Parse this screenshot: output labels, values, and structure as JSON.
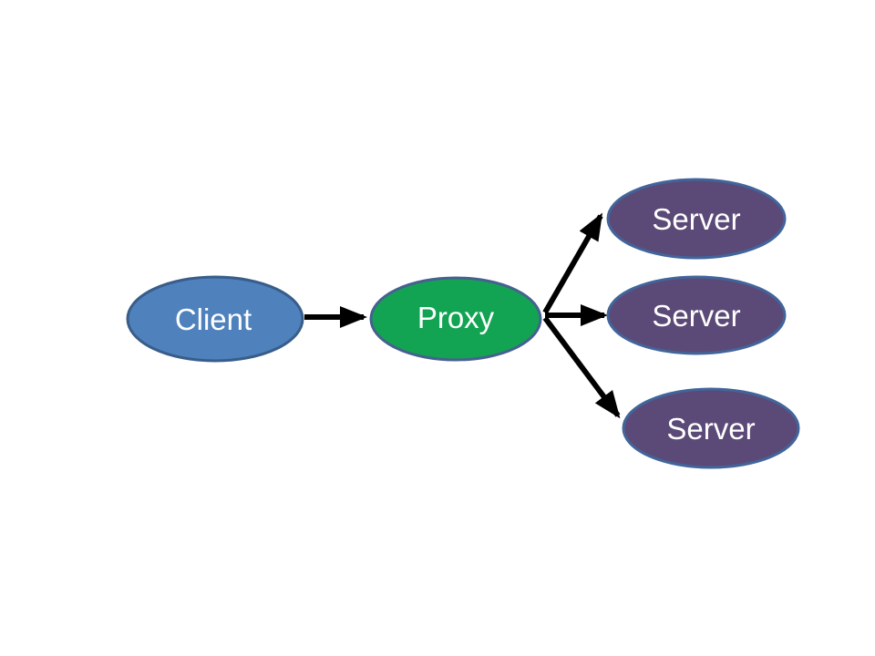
{
  "canvas": {
    "background": "#ffffff",
    "text_color": "#ffffff"
  },
  "nodes": {
    "client": {
      "label": "Client",
      "fill": "#4f81bd",
      "stroke": "#385d8a"
    },
    "proxy": {
      "label": "Proxy",
      "fill": "#12a452",
      "stroke": "#46608f"
    },
    "server1": {
      "label": "Server",
      "fill": "#5b4a78",
      "stroke": "#41659b"
    },
    "server2": {
      "label": "Server",
      "fill": "#5b4a78",
      "stroke": "#41659b"
    },
    "server3": {
      "label": "Server",
      "fill": "#5b4a78",
      "stroke": "#41659b"
    }
  },
  "edges": {
    "color": "#000000",
    "connections": [
      {
        "from": "client",
        "to": "proxy"
      },
      {
        "from": "proxy",
        "to": "server1"
      },
      {
        "from": "proxy",
        "to": "server2"
      },
      {
        "from": "proxy",
        "to": "server3"
      }
    ]
  }
}
